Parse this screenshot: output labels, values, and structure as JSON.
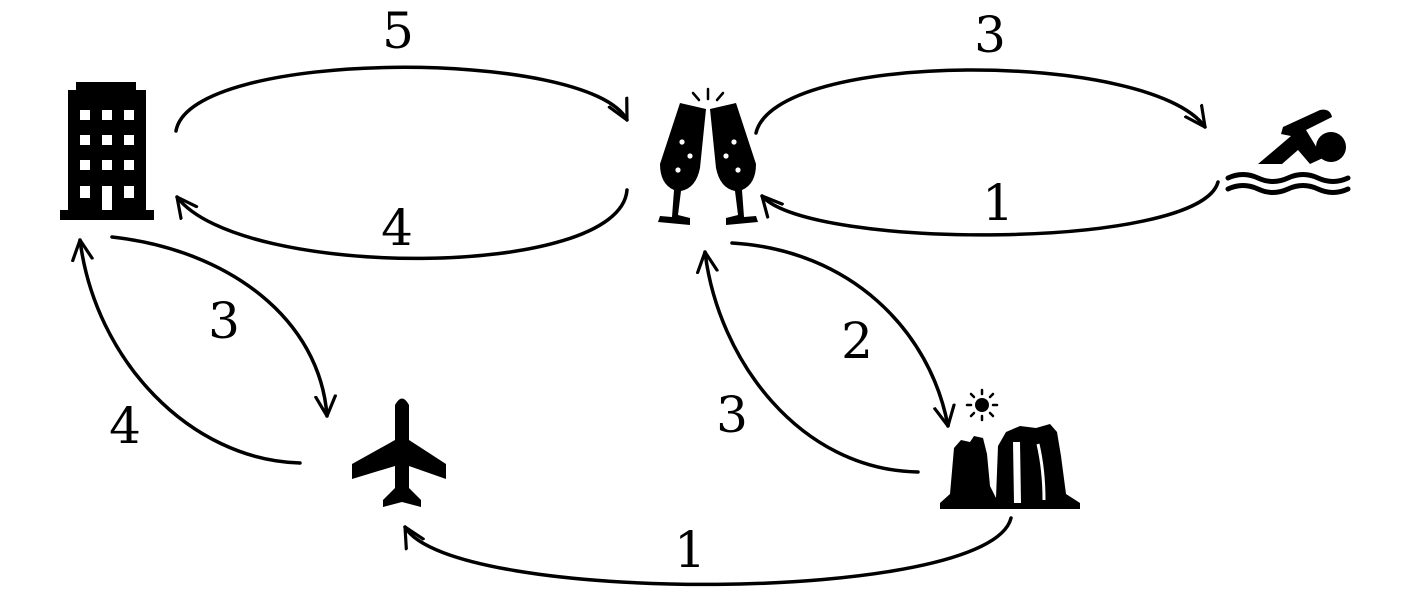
{
  "nodes": [
    {
      "id": "hotel",
      "icon": "hotel-building-icon"
    },
    {
      "id": "bar",
      "icon": "champagne-toast-icon"
    },
    {
      "id": "beach",
      "icon": "swimmer-icon"
    },
    {
      "id": "airport",
      "icon": "airplane-icon"
    },
    {
      "id": "landmark",
      "icon": "rock-formation-sun-icon"
    }
  ],
  "edges": [
    {
      "from": "hotel",
      "to": "bar",
      "weight": "5"
    },
    {
      "from": "bar",
      "to": "hotel",
      "weight": "4"
    },
    {
      "from": "bar",
      "to": "beach",
      "weight": "3"
    },
    {
      "from": "beach",
      "to": "bar",
      "weight": "1"
    },
    {
      "from": "hotel",
      "to": "airport",
      "weight": "3"
    },
    {
      "from": "airport",
      "to": "hotel",
      "weight": "4"
    },
    {
      "from": "bar",
      "to": "landmark",
      "weight": "2"
    },
    {
      "from": "landmark",
      "to": "bar",
      "weight": "3"
    },
    {
      "from": "landmark",
      "to": "airport",
      "weight": "1"
    }
  ]
}
